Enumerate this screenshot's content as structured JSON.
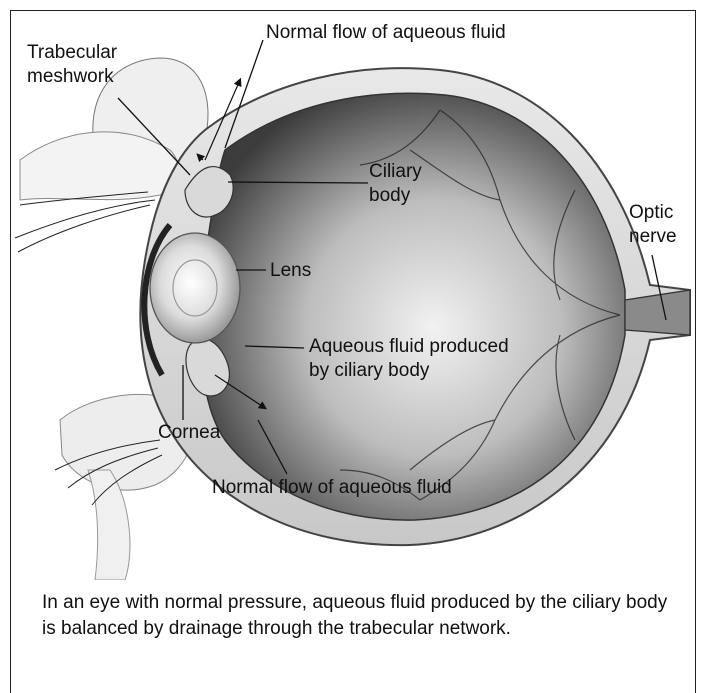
{
  "labels": {
    "trabecular_line1": "Trabecular",
    "trabecular_line2": "meshwork",
    "flow_top": "Normal flow of aqueous fluid",
    "ciliary_line1": "Ciliary",
    "ciliary_line2": "body",
    "optic_line1": "Optic",
    "optic_line2": "nerve",
    "lens": "Lens",
    "aqueous_line1": "Aqueous fluid produced",
    "aqueous_line2": "by ciliary body",
    "cornea": "Cornea",
    "flow_bottom": "Normal flow of aqueous fluid"
  },
  "caption": "In an eye with normal pressure, aqueous fluid produced by the ciliary body is balanced by drainage through the trabecular network."
}
